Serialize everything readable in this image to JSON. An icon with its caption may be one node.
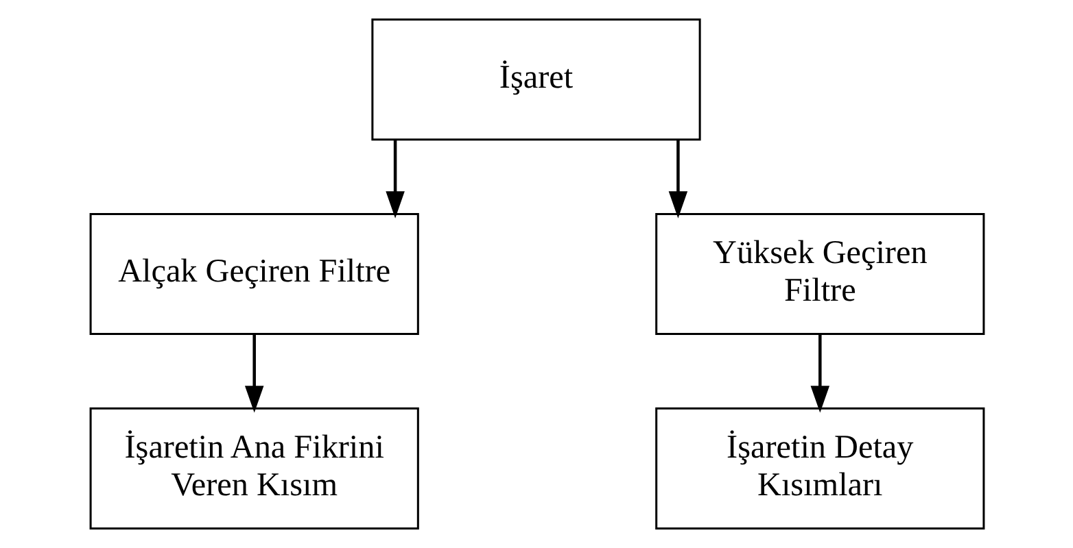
{
  "diagram": {
    "nodes": [
      {
        "text": [
          "İşaret"
        ]
      },
      {
        "text": [
          "Alçak Geçiren Filtre"
        ]
      },
      {
        "text": [
          "Yüksek Geçiren Filtre"
        ]
      },
      {
        "text": [
          "İşaretin Ana Fikrini Veren Kısım"
        ]
      },
      {
        "text": [
          "İşaretin Detay Kısımları"
        ]
      }
    ],
    "edges": [
      {
        "from": 0,
        "to": 1,
        "arrow": "to"
      },
      {
        "from": 0,
        "to": 2,
        "arrow": "to"
      },
      {
        "from": 1,
        "to": 3,
        "arrow": "to"
      },
      {
        "from": 2,
        "to": 4,
        "arrow": "to"
      }
    ]
  }
}
